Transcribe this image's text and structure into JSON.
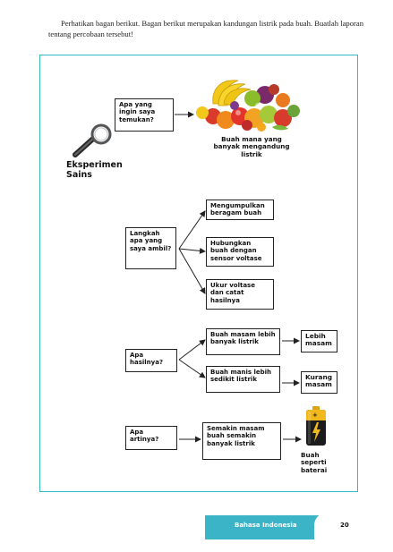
{
  "intro_text": "Perhatikan bagan berikut. Bagan berikut merupakan kandungan listrik pada buah. Buatlah laporan tentang percobaan tersebut!",
  "experiment_label": "Eksperimen Sains",
  "question_box": "Apa yang ingin saya temukan?",
  "fruit_caption": "Buah mana yang banyak mengandung listrik",
  "steps": {
    "question": "Langkah apa yang saya ambil?",
    "items": [
      "Mengumpulkan beragam buah",
      "Hubungkan buah dengan sensor voltase",
      "Ukur voltase dan catat hasilnya"
    ]
  },
  "results": {
    "question": "Apa hasilnya?",
    "items": [
      {
        "text": "Buah masam lebih banyak listrik",
        "outcome": "Lebih masam"
      },
      {
        "text": "Buah manis lebih sedikit listrik",
        "outcome": "Kurang masam"
      }
    ]
  },
  "meaning": {
    "question": "Apa artinya?",
    "conclusion": "Semakin masam buah semakin banyak listrik",
    "battery_caption": "Buah seperti baterai",
    "battery_sign": "+"
  },
  "footer": {
    "book_title": "Bahasa Indonesia",
    "page_number": "20"
  },
  "colors": {
    "accent": "#3bb4c8",
    "panel_border": "#3ab8c2"
  }
}
